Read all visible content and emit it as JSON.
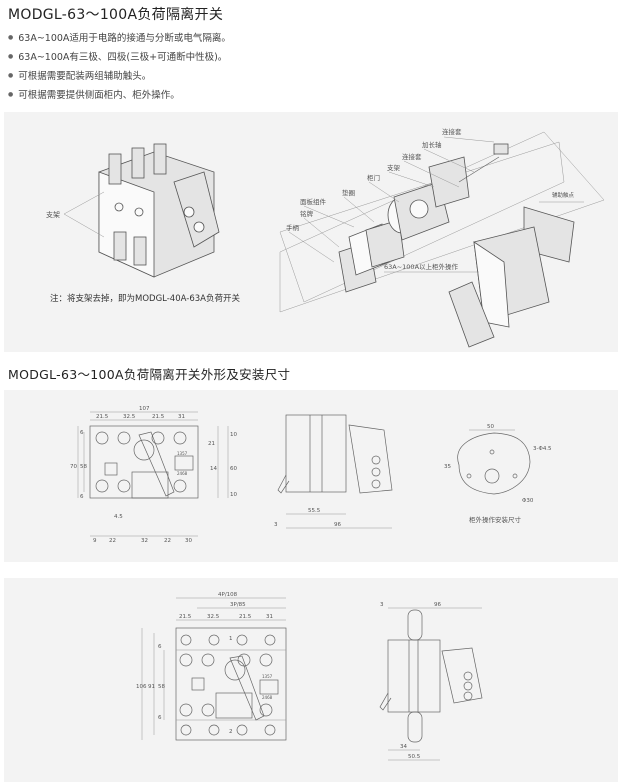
{
  "section1": {
    "title": "MODGL-63～100A负荷隔离开关",
    "bullets": [
      "63A~100A适用于电路的接通与分断或电气隔离。",
      "63A~100A有三极、四极(三极+可通断中性极)。",
      "可根据需要配装两组辅助触头。",
      "可根据需要提供侧面柜内、柜外操作。"
    ]
  },
  "exploded": {
    "left_label": "支架",
    "labels": {
      "sleeve_top": "连接套",
      "extension_shaft": "加长轴",
      "sleeve": "连接套",
      "bracket": "支架",
      "cabinet_door": "柜门",
      "washer": "垫圈",
      "panel_assembly": "面板组件",
      "nameplate": "铭牌",
      "handle": "手柄",
      "aux_contact": "辅助触点",
      "external_operation": "63A~100A以上柜外操作"
    },
    "note": "注：将支架去掉，即为MODGL-40A-63A负荷开关"
  },
  "section2": {
    "title": "MODGL-63～100A负荷隔离开关外形及安装尺寸"
  },
  "drawing1": {
    "front": {
      "total_width": "107",
      "top": [
        "21.5",
        "32.5",
        "21.5",
        "31"
      ],
      "bottom": [
        "9",
        "22",
        "32",
        "22",
        "30"
      ],
      "left": [
        "70",
        "58",
        "6",
        "6"
      ],
      "right": [
        "21",
        "10",
        "14",
        "60",
        "10"
      ],
      "slot": "4.5",
      "aux_top": "1357",
      "aux_bottom": "2468"
    },
    "side": {
      "depth1": "55.5",
      "depth2": "96",
      "offset": "3"
    },
    "mount": {
      "width": "50",
      "height": "35",
      "holes": "3-Φ4.5",
      "center_hole": "Φ30",
      "caption": "柜外操作安装尺寸"
    }
  },
  "drawing2": {
    "front": {
      "width_4p": "4P/108",
      "width_3p": "3P/85",
      "top": [
        "21.5",
        "32.5",
        "21.5",
        "31"
      ],
      "left": [
        "106",
        "91",
        "58",
        "6",
        "6"
      ],
      "aux_top": "1357",
      "aux_bottom": "2468",
      "marks": [
        "1",
        "2"
      ]
    },
    "side": {
      "offset": "3",
      "depth": "96",
      "d1": "34",
      "d2": "50.5"
    }
  }
}
